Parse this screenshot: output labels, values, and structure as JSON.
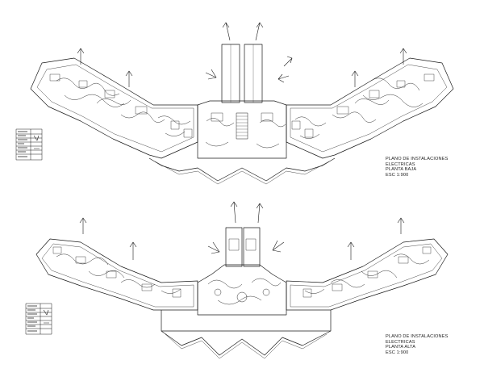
{
  "sheet": {
    "background": "#ffffff",
    "line_color": "#1a1a1a",
    "plans": [
      {
        "id": "planta-baja",
        "title_lines": [
          "PLANO DE INSTALACIONES",
          "ELECTRICAS",
          "PLANTA BAJA",
          "ESC 1:900"
        ]
      },
      {
        "id": "planta-alta",
        "title_lines": [
          "PLANO DE INSTALACIONES",
          "ELECTRICAS",
          "PLANTA ALTA",
          "ESC 1:900"
        ]
      }
    ]
  }
}
